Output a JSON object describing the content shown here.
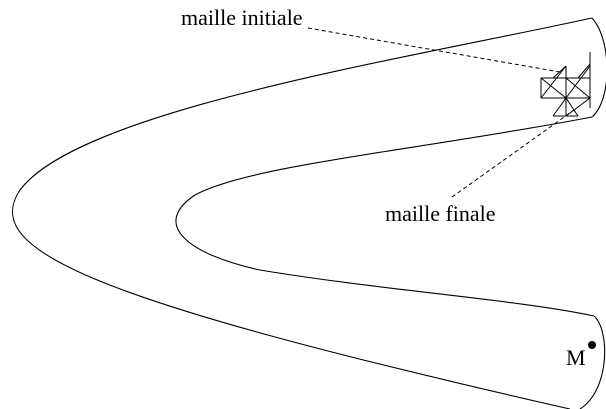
{
  "labels": {
    "initial_mesh": "maille initiale",
    "final_mesh": "maille finale",
    "point": "M"
  },
  "colors": {
    "stroke": "#000000",
    "background": "#ffffff"
  }
}
